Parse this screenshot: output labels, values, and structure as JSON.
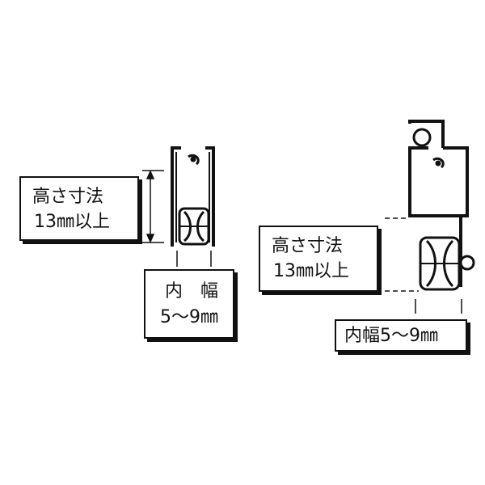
{
  "left_diagram": {
    "height_label": [
      "高さ寸法",
      "13㎜以上"
    ],
    "width_label": [
      "内　幅",
      "5〜9㎜"
    ]
  },
  "right_diagram": {
    "height_label": [
      "高さ寸法",
      "13㎜以上"
    ],
    "width_label": "内幅5〜9㎜"
  },
  "colors": {
    "line": "#111111",
    "background": "#ffffff"
  }
}
